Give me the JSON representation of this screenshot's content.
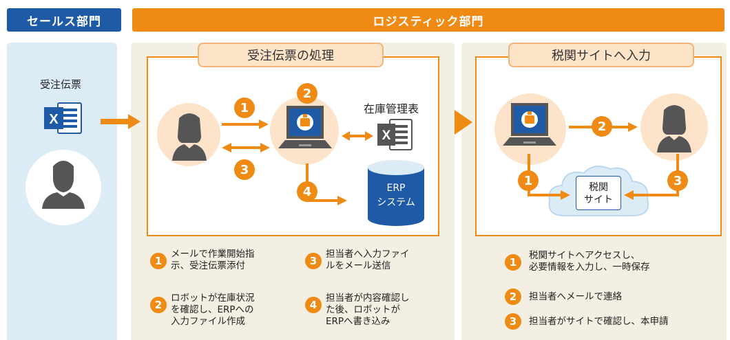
{
  "headers": {
    "sales": "セールス部門",
    "logistics": "ロジスティック部門"
  },
  "sales": {
    "doc_label": "受注伝票"
  },
  "process": {
    "title": "受注伝票の処理",
    "inventory_label": "在庫管理表",
    "erp_line1": "ERP",
    "erp_line2": "システム",
    "steps": [
      {
        "num": "1",
        "line1": "メールで作業開始指",
        "line2": "示、受注伝票添付",
        "line3": ""
      },
      {
        "num": "2",
        "line1": "ロボットが在庫状況",
        "line2": "を確認し、ERPへの",
        "line3": "入力ファイル作成"
      },
      {
        "num": "3",
        "line1": "担当者へ入力ファイ",
        "line2": "ルをメール送信",
        "line3": ""
      },
      {
        "num": "4",
        "line1": "担当者が内容確認し",
        "line2": "た後、ロボットが",
        "line3": "ERPへ書き込み"
      }
    ]
  },
  "tax": {
    "title": "税関サイトへ入力",
    "site_line1": "税関",
    "site_line2": "サイト",
    "steps": [
      {
        "num": "1",
        "line1": "税関サイトへアクセスし、",
        "line2": "必要情報を入力し、一時保存"
      },
      {
        "num": "2",
        "line1": "担当者へメールで連絡",
        "line2": ""
      },
      {
        "num": "3",
        "line1": "担当者がサイトで確認し、本申請",
        "line2": ""
      }
    ]
  },
  "icons": [
    "excel-icon",
    "person-icon",
    "laptop-robot-icon",
    "database-icon",
    "cloud-icon",
    "arrow-icon"
  ],
  "colors": {
    "orange": "#ef8a14",
    "blue": "#1f5aa6",
    "light_blue": "#dcecf7",
    "beige": "#f3efe2",
    "peach": "#fce3c9"
  }
}
